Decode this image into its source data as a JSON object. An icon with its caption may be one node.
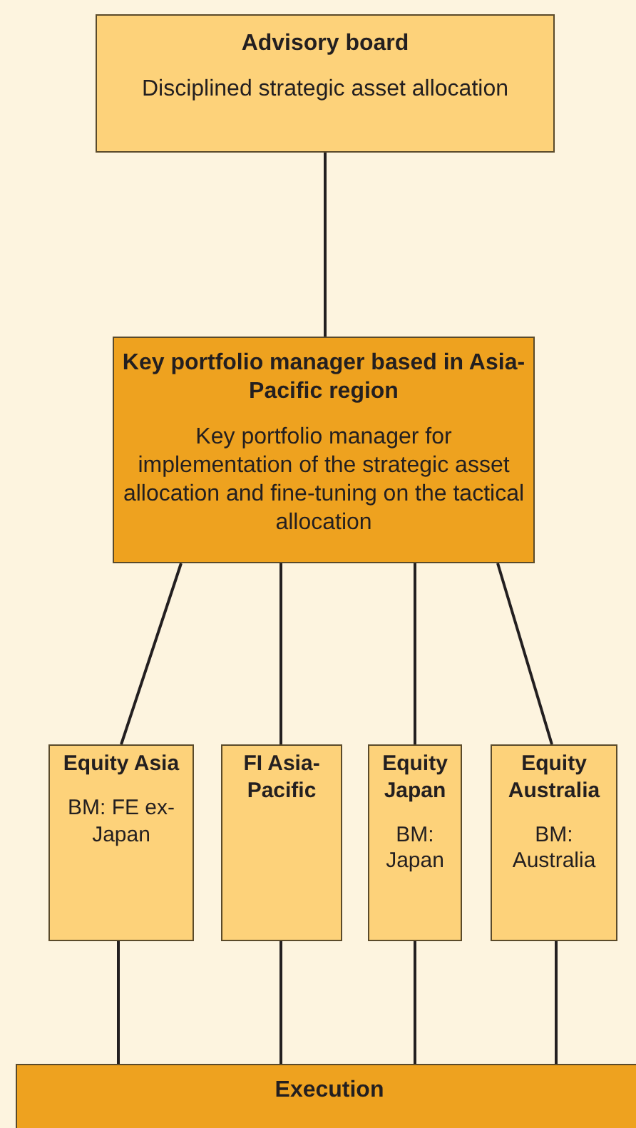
{
  "diagram": {
    "nodes": [
      {
        "text": [
          "Advisory board",
          "Disciplined strategic asset allocation"
        ]
      },
      {
        "text": [
          "Key portfolio manager based in Asia-Pacific region",
          "Key portfolio manager for implementation of the strategic asset allocation and fine-tuning on the tactical allocation"
        ]
      },
      {
        "text": [
          "Equity Asia",
          "BM: FE ex- Japan"
        ]
      },
      {
        "text": [
          "FI Asia-Pacific"
        ]
      },
      {
        "text": [
          "Equity Japan",
          "BM: Japan"
        ]
      },
      {
        "text": [
          "Equity Australia",
          "BM: Australia"
        ]
      },
      {
        "text": [
          "Execution"
        ]
      }
    ],
    "edges": [
      {
        "from": 0,
        "to": 1,
        "arrow": "none"
      },
      {
        "from": 1,
        "to": 2,
        "arrow": "none"
      },
      {
        "from": 1,
        "to": 3,
        "arrow": "none"
      },
      {
        "from": 1,
        "to": 4,
        "arrow": "none"
      },
      {
        "from": 1,
        "to": 5,
        "arrow": "none"
      },
      {
        "from": 2,
        "to": 6,
        "arrow": "none"
      },
      {
        "from": 3,
        "to": 6,
        "arrow": "none"
      },
      {
        "from": 4,
        "to": 6,
        "arrow": "none"
      },
      {
        "from": 5,
        "to": 6,
        "arrow": "none"
      }
    ]
  }
}
